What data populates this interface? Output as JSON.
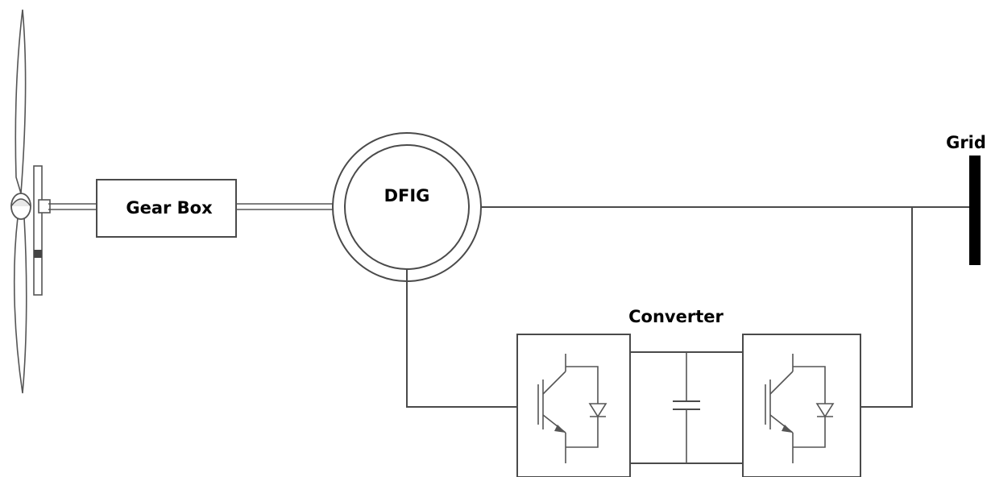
{
  "labels": {
    "gearbox": "Gear Box",
    "generator": "DFIG",
    "converter": "Converter",
    "grid": "Grid"
  },
  "icons": {
    "turbine": "wind-turbine-icon",
    "switch": "igbt-diode-icon",
    "capacitor": "capacitor-icon",
    "busbar": "grid-busbar-icon"
  },
  "colors": {
    "line": "#4a4a4a",
    "busbar": "#000000",
    "background": "#ffffff"
  }
}
